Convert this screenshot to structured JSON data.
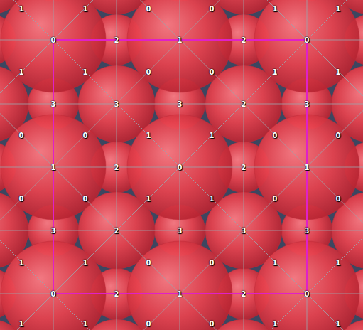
{
  "diagram": {
    "labels": [
      "1",
      "1",
      "0",
      "0",
      "1",
      "1",
      "0",
      "2",
      "1",
      "2",
      "0",
      "1",
      "1",
      "0",
      "0",
      "1",
      "1",
      "3",
      "3",
      "3",
      "2",
      "3",
      "0",
      "0",
      "1",
      "1",
      "0",
      "0",
      "1",
      "2",
      "0",
      "2",
      "1",
      "0",
      "0",
      "1",
      "1",
      "0",
      "0",
      "3",
      "2",
      "3",
      "3",
      "3",
      "1",
      "1",
      "0",
      "0",
      "1",
      "1",
      "0",
      "2",
      "1",
      "2",
      "0",
      "1",
      "1",
      "0",
      "0",
      "1",
      "1"
    ]
  }
}
